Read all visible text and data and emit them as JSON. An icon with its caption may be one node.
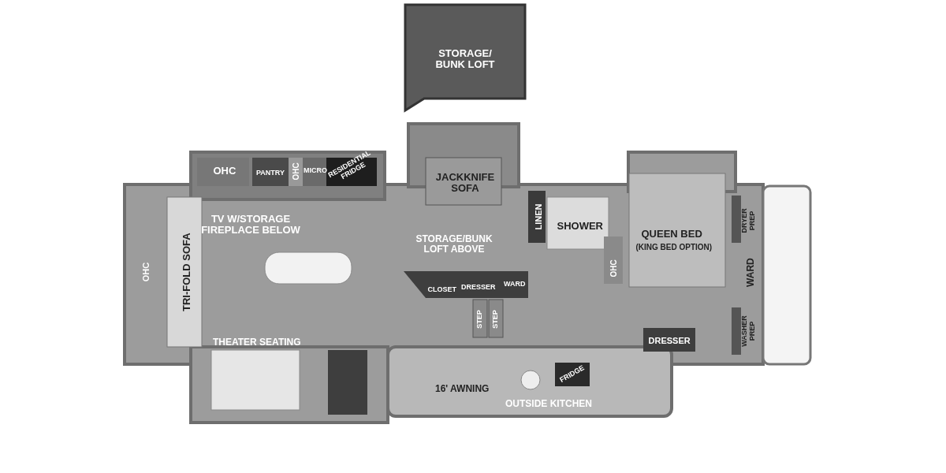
{
  "diagram": {
    "labels": [
      "STORAGE/ BUNK LOFT",
      "OHC",
      "PANTRY",
      "OHC",
      "MICRO",
      "RESIDENTIAL FRIDGE",
      "JACKKNIFE SOFA",
      "TV W/STORAGE FIREPLACE BELOW",
      "LINEN",
      "SHOWER",
      "QUEEN BED",
      "(KING BED OPTION)",
      "DRYER PREP",
      "STORAGE/BUNK LOFT ABOVE",
      "OHC",
      "TRI-FOLD SOFA",
      "OHC",
      "WARD",
      "CLOSET",
      "DRESSER",
      "WARD",
      "STEP",
      "STEP",
      "THEATER SEATING",
      "DRESSER",
      "WASHER PREP",
      "16' AWNING",
      "FRIDGE",
      "OUTSIDE KITCHEN"
    ]
  }
}
